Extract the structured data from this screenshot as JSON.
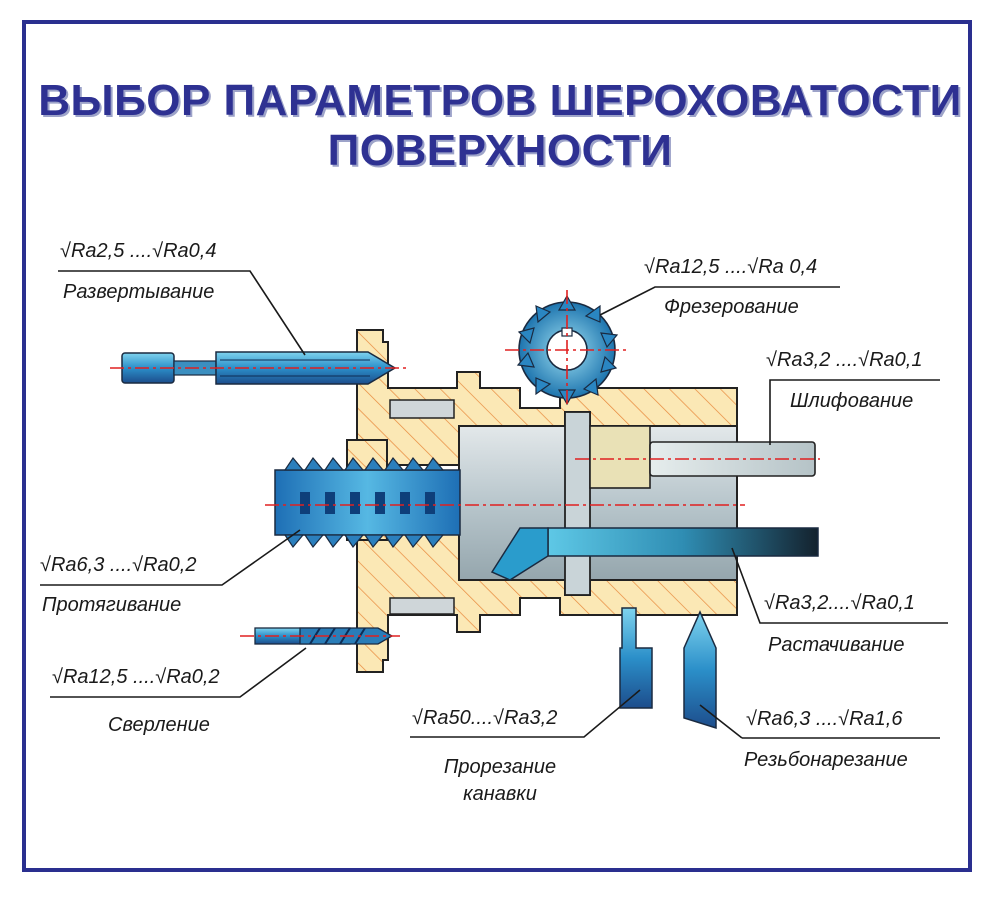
{
  "title": {
    "line1": "ВЫБОР ПАРАМЕТРОВ ШЕРОХОВАТОСТИ",
    "line2": "ПОВЕРХНОСТИ"
  },
  "operations": [
    {
      "name": "Развертывание",
      "range": "√Ra2,5 ....√Ra0,4"
    },
    {
      "name": "Фрезерование",
      "range": "√Ra12,5 ....√Ra 0,4"
    },
    {
      "name": "Шлифование",
      "range": "√Ra3,2 ....√Ra0,1"
    },
    {
      "name": "Протягивание",
      "range": "√Ra6,3 ....√Ra0,2"
    },
    {
      "name": "Растачивание",
      "range": "√Ra3,2....√Ra0,1"
    },
    {
      "name": "Сверление",
      "range": "√Ra12,5 ....√Ra0,2"
    },
    {
      "name": "Прорезание канавки",
      "name_line1": "Прорезание",
      "name_line2": "канавки",
      "range": "√Ra50....√Ra3,2"
    },
    {
      "name": "Резьбонарезание",
      "range": "√Ra6,3 ....√Ra1,6"
    }
  ],
  "colors": {
    "frame": "#2a2f8f",
    "title": "#2e3192",
    "part_fill": "#fbe8b5",
    "hatch": "#e8883a",
    "tool_blue": "#2b8fc9",
    "center_line": "#e02020"
  }
}
